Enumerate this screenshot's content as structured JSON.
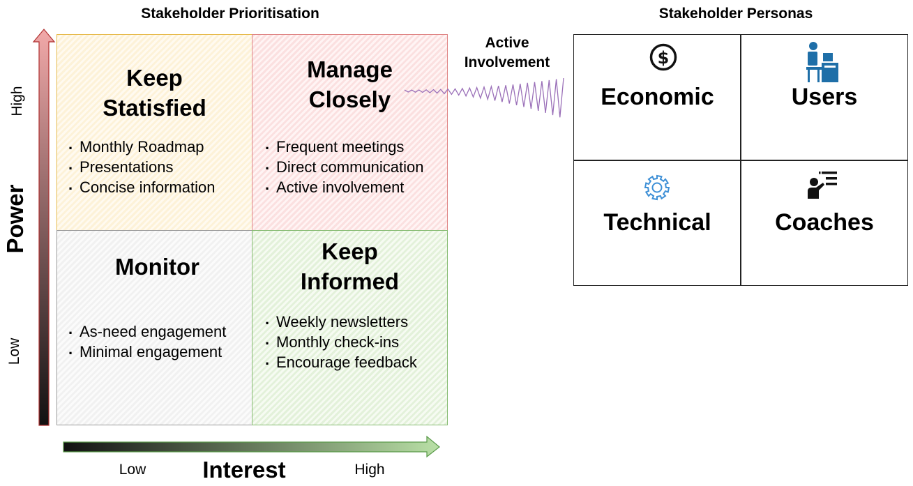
{
  "matrix": {
    "title": "Stakeholder Prioritisation",
    "y_axis": {
      "label": "Power",
      "high": "High",
      "low": "Low"
    },
    "x_axis": {
      "label": "Interest",
      "low": "Low",
      "high": "High"
    },
    "quadrants": {
      "keep_satisfied": {
        "title_line1": "Keep",
        "title_line2": "Statisfied",
        "items": [
          "Monthly Roadmap",
          "Presentations",
          "Concise information"
        ],
        "color": "#f0c05a"
      },
      "manage_closely": {
        "title_line1": "Manage",
        "title_line2": "Closely",
        "items": [
          "Frequent meetings",
          "Direct communication",
          "Active involvement"
        ],
        "color": "#e08080"
      },
      "monitor": {
        "title": "Monitor",
        "items": [
          "As-need engagement",
          "Minimal engagement"
        ],
        "color": "#bbbbbb"
      },
      "keep_informed": {
        "title_line1": "Keep",
        "title_line2": "Informed",
        "items": [
          "Weekly newsletters",
          "Monthly check-ins",
          "Encourage feedback"
        ],
        "color": "#8cc07a"
      }
    }
  },
  "connector": {
    "label_line1": "Active",
    "label_line2": "Involvement",
    "color": "#9a6fb8"
  },
  "personas": {
    "title": "Stakeholder Personas",
    "cells": {
      "economic": {
        "label": "Economic",
        "icon": "dollar-coin-icon"
      },
      "users": {
        "label": "Users",
        "icon": "user-at-desk-icon",
        "icon_color": "#1f6fa8"
      },
      "technical": {
        "label": "Technical",
        "icon": "gear-icon",
        "icon_color": "#3d8fd6"
      },
      "coaches": {
        "label": "Coaches",
        "icon": "presenter-icon"
      }
    }
  }
}
